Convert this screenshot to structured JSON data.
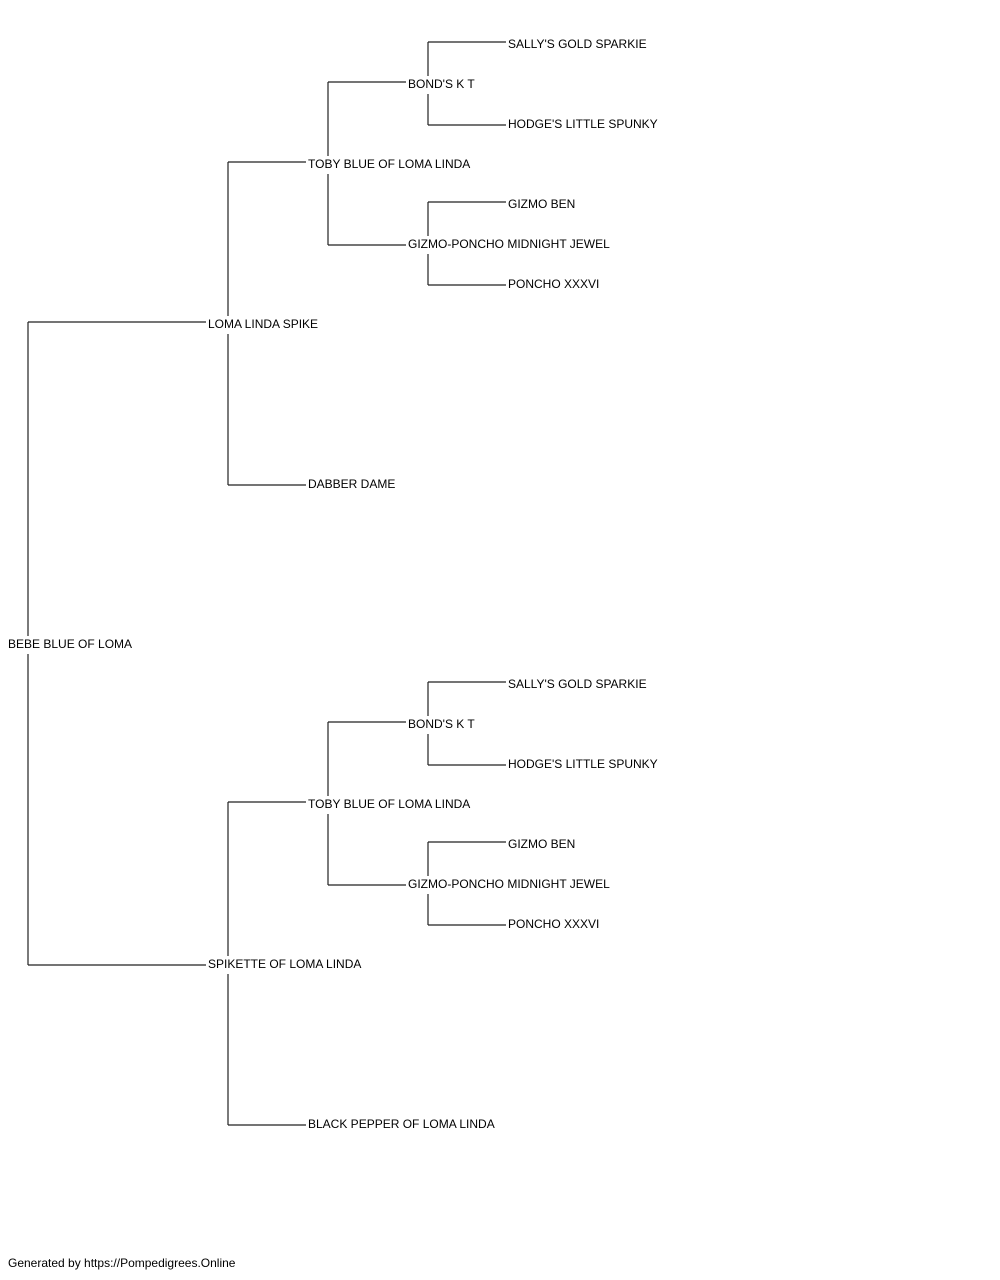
{
  "pedigree": {
    "root": "BEBE BLUE OF LOMA",
    "sire": "LOMA LINDA SPIKE",
    "dam": "SPIKETTE OF LOMA LINDA",
    "sire_sire": "TOBY BLUE OF LOMA LINDA",
    "sire_dam": "DABBER DAME",
    "dam_sire": "TOBY BLUE OF LOMA LINDA",
    "dam_dam": "BLACK PEPPER OF LOMA LINDA",
    "sire_sire_sire": "BOND'S K T",
    "sire_sire_dam": "GIZMO-PONCHO MIDNIGHT JEWEL",
    "dam_sire_sire": "BOND'S K T",
    "dam_sire_dam": "GIZMO-PONCHO MIDNIGHT JEWEL",
    "sire_sire_sire_sire": "SALLY'S GOLD SPARKIE",
    "sire_sire_sire_dam": "HODGE'S LITTLE SPUNKY",
    "sire_sire_dam_sire": "GIZMO BEN",
    "sire_sire_dam_dam": "PONCHO XXXVI",
    "dam_sire_sire_sire": "SALLY'S GOLD SPARKIE",
    "dam_sire_sire_dam": "HODGE'S LITTLE SPUNKY",
    "dam_sire_dam_sire": "GIZMO BEN",
    "dam_sire_dam_dam": "PONCHO XXXVI"
  },
  "footer": "Generated by https://Pompedigrees.Online"
}
